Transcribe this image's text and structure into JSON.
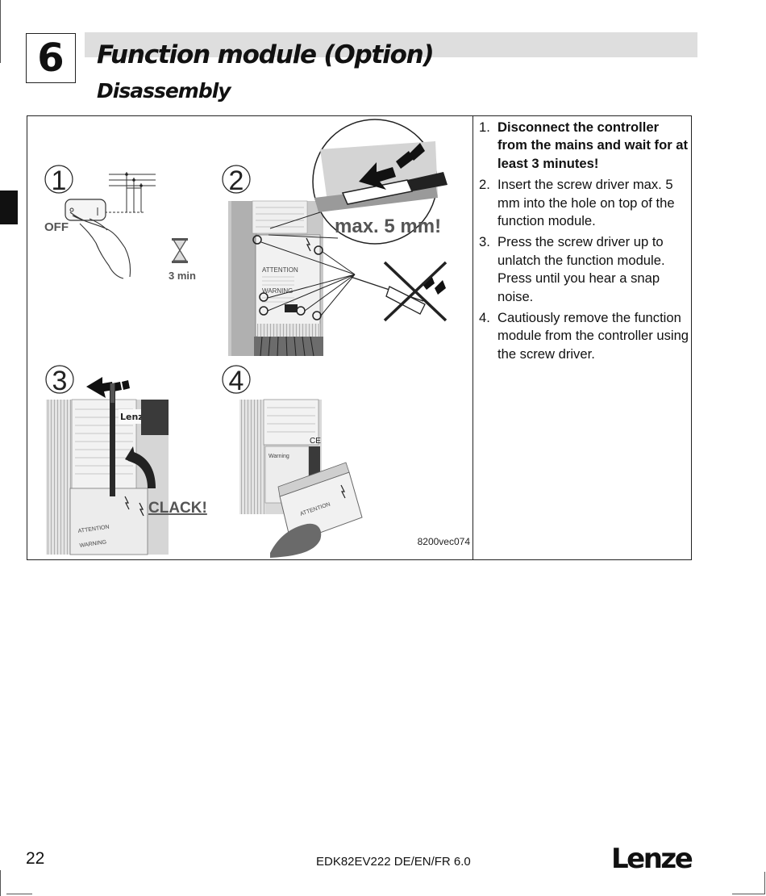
{
  "header": {
    "chapter_number": "6",
    "title": "Function module (Option)",
    "subtitle": "Disassembly"
  },
  "figure": {
    "panels": [
      {
        "number": "1",
        "labels": {
          "off": "OFF",
          "wait": "3 min"
        }
      },
      {
        "number": "2",
        "labels": {
          "depth": "max. 5 mm!"
        }
      },
      {
        "number": "3",
        "labels": {
          "sound": "CLACK!"
        }
      },
      {
        "number": "4"
      }
    ],
    "printed_marks": {
      "panel2_attention": "ATTENTION",
      "panel2_warning": "WARNING",
      "panel3_brand": "Lenze",
      "panel3_attention": "ATTENTION",
      "panel3_warning": "WARNING",
      "panel4_warning": "Warning",
      "panel4_attention": "ATTENTION",
      "panel4_mark": "CE"
    },
    "reference": "8200vec074"
  },
  "instructions": [
    {
      "number": "1.",
      "text": "Disconnect the controller from the mains and wait for at least 3 minutes!",
      "bold": true
    },
    {
      "number": "2.",
      "text": "Insert the screw driver max. 5 mm into the hole on top of the function module.",
      "bold": false
    },
    {
      "number": "3.",
      "text": "Press the screw driver up to unlatch the function module. Press until you hear a snap noise.",
      "bold": false
    },
    {
      "number": "4.",
      "text": "Cautiously remove the function module from the controller using the screw driver.",
      "bold": false
    }
  ],
  "footer": {
    "page_number": "22",
    "document_id": "EDK82EV222 DE/EN/FR 6.0",
    "logo": "Lenze"
  }
}
